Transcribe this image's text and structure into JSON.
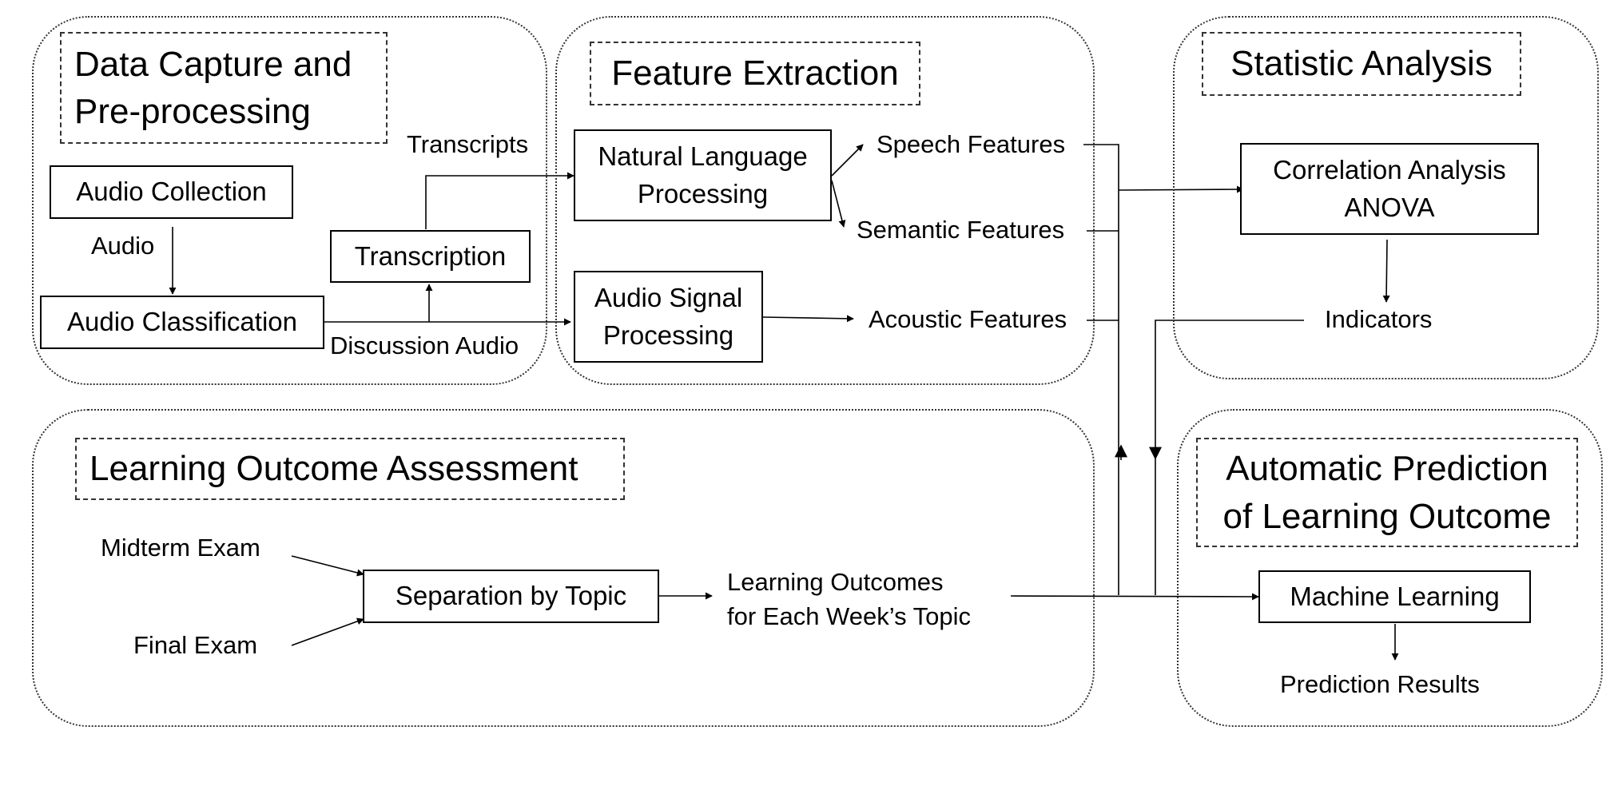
{
  "sections": {
    "data_capture": "Data Capture and\nPre-processing",
    "feature_extraction": "Feature Extraction",
    "statistic_analysis": "Statistic Analysis",
    "learning_outcome_assessment": "Learning Outcome Assessment",
    "automatic_prediction": "Automatic Prediction\nof Learning Outcome"
  },
  "boxes": {
    "audio_collection": "Audio Collection",
    "audio_classification": "Audio Classification",
    "transcription": "Transcription",
    "nlp": "Natural Language\nProcessing",
    "audio_signal_processing": "Audio Signal\nProcessing",
    "correlation_analysis": "Correlation Analysis\nANOVA",
    "separation_by_topic": "Separation by Topic",
    "machine_learning": "Machine Learning"
  },
  "labels": {
    "audio": "Audio",
    "transcripts": "Transcripts",
    "discussion_audio": "Discussion Audio",
    "speech_features": "Speech Features",
    "semantic_features": "Semantic Features",
    "acoustic_features": "Acoustic Features",
    "indicators": "Indicators",
    "midterm_exam": "Midterm Exam",
    "final_exam": "Final Exam",
    "learning_outcomes": "Learning  Outcomes\nfor Each Week’s Topic",
    "prediction_results": "Prediction Results"
  }
}
